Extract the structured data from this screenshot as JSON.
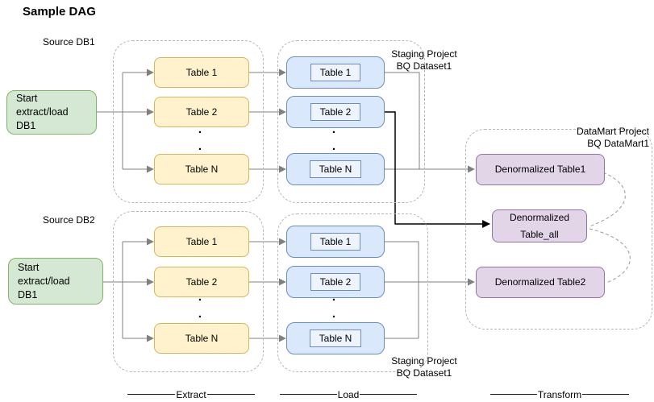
{
  "title": "Sample DAG",
  "dots": ".\n.",
  "sources": {
    "db1": {
      "label": "Source DB1",
      "start": "Start extract/load\nDB1"
    },
    "db2": {
      "label": "Source DB2",
      "start": "Start extract/load\nDB1"
    }
  },
  "extract": {
    "tables": [
      "Table 1",
      "Table 2",
      "Table N"
    ]
  },
  "load": {
    "tables": [
      "Table 1",
      "Table 2",
      "Table N"
    ]
  },
  "staging": {
    "top_label": "Staging Project\nBQ Dataset1",
    "bottom_label": "Staging Project\nBQ Dataset1"
  },
  "datamart": {
    "label": "DataMart Project\nBQ DataMart1",
    "table1": "Denormalized Table1",
    "table_all": "Denormalized\nTable_all",
    "table2": "Denormalized Table2"
  },
  "stage_labels": {
    "extract": "Extract",
    "load": "Load",
    "transform": "Transform"
  },
  "colors": {
    "source_fill": "#d5e8d4",
    "source_stroke": "#82b366",
    "extract_fill": "#fff2cc",
    "extract_stroke": "#d6b656",
    "load_fill": "#dae8fc",
    "load_stroke": "#6c8ebf",
    "datamart_fill": "#e1d5e7",
    "datamart_stroke": "#9673a6",
    "connector": "#808080",
    "highlight_connector": "#000000",
    "container_border": "#b5b5b5",
    "dependency_curve": "#999999"
  }
}
